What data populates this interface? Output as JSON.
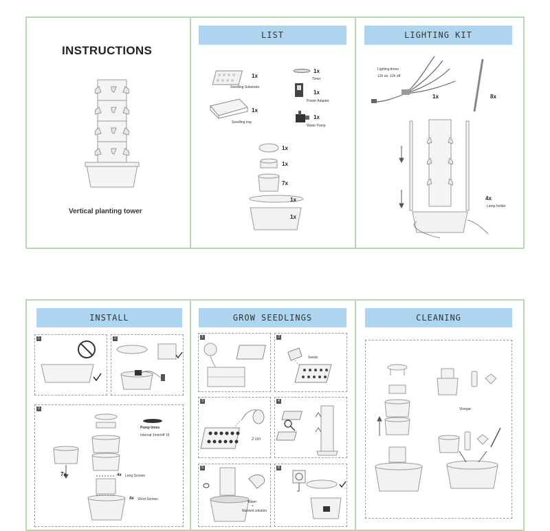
{
  "instructions": {
    "title": "INSTRUCTIONS",
    "caption": "Vertical planting tower"
  },
  "list": {
    "header": "LIST",
    "items": [
      {
        "label": "Seedling Substrate",
        "qty": "1x"
      },
      {
        "label": "Seedling tray",
        "qty": "1x"
      },
      {
        "label": "Timer",
        "qty": "1x"
      },
      {
        "label": "Power Adapter",
        "qty": "1x"
      },
      {
        "label": "Water Pump",
        "qty": "1x"
      },
      {
        "label": "",
        "qty": "1x"
      },
      {
        "label": "",
        "qty": "1x"
      },
      {
        "label": "",
        "qty": "7x"
      },
      {
        "label": "",
        "qty": "1x"
      },
      {
        "label": "",
        "qty": "1x"
      }
    ]
  },
  "lighting": {
    "header": "LIGHTING KIT",
    "times_label": "Lighting times",
    "times_value": "12h on, 12h off",
    "lamp_qty": "1x",
    "rod_qty": "8x",
    "holder_qty": "4x",
    "holder_label": "Lamp holder"
  },
  "install": {
    "header": "INSTALL",
    "steps": [
      "1",
      "2",
      "3"
    ],
    "pump_label": "Pump times",
    "pump_value": "Interval  1min/off  15",
    "qty_7x": "7x",
    "long_screws": "Long Screws",
    "long_qty": "4x",
    "short_screws": "Short Screws",
    "short_qty": "4x"
  },
  "seedlings": {
    "header": "GROW SEEDLINGS",
    "steps": [
      "1",
      "2",
      "3",
      "4",
      "5",
      "6"
    ],
    "seeds_label": "Seeds",
    "cm_label": "2 cm",
    "water_label": "Water",
    "plus_label": "+",
    "nutrient_label": "Nutrient solution"
  },
  "cleaning": {
    "header": "CLEANING",
    "vinegar_label": "Vinegar"
  }
}
